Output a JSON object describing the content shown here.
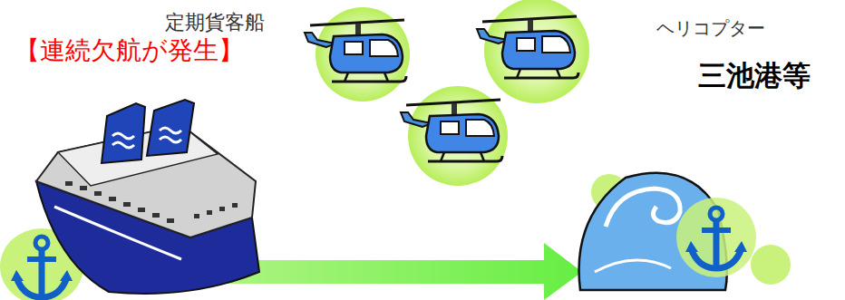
{
  "diagram": {
    "labels": [
      "【連続欠航が発生】",
      "定期貨客船",
      "ヘリコプター",
      "三池港等"
    ]
  }
}
